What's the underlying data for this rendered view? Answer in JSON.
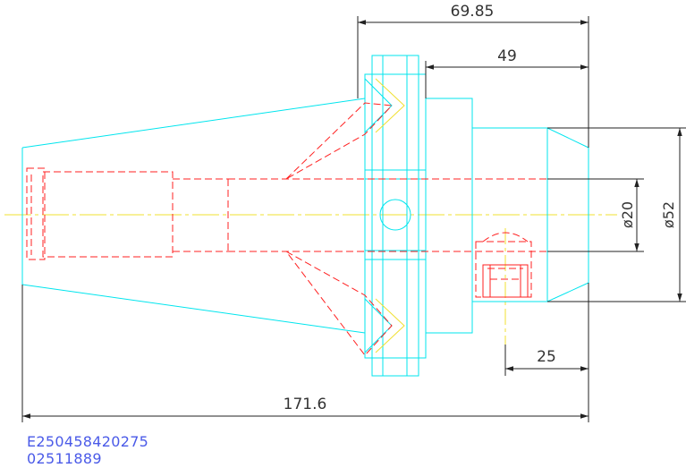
{
  "dimensions": {
    "overall_length": "171.6",
    "flange_offset": "69.85",
    "body_length": "49",
    "key_offset": "25",
    "bore_diameter": "ø20",
    "body_diameter": "ø52"
  },
  "part_codes": {
    "line1": "E250458420275",
    "line2": "02511889"
  },
  "colors": {
    "outline": "#00e5ee",
    "hidden": "#ff2020",
    "centerline": "#f0e030",
    "dimension": "#222222",
    "code_text": "#4a5ae8"
  }
}
